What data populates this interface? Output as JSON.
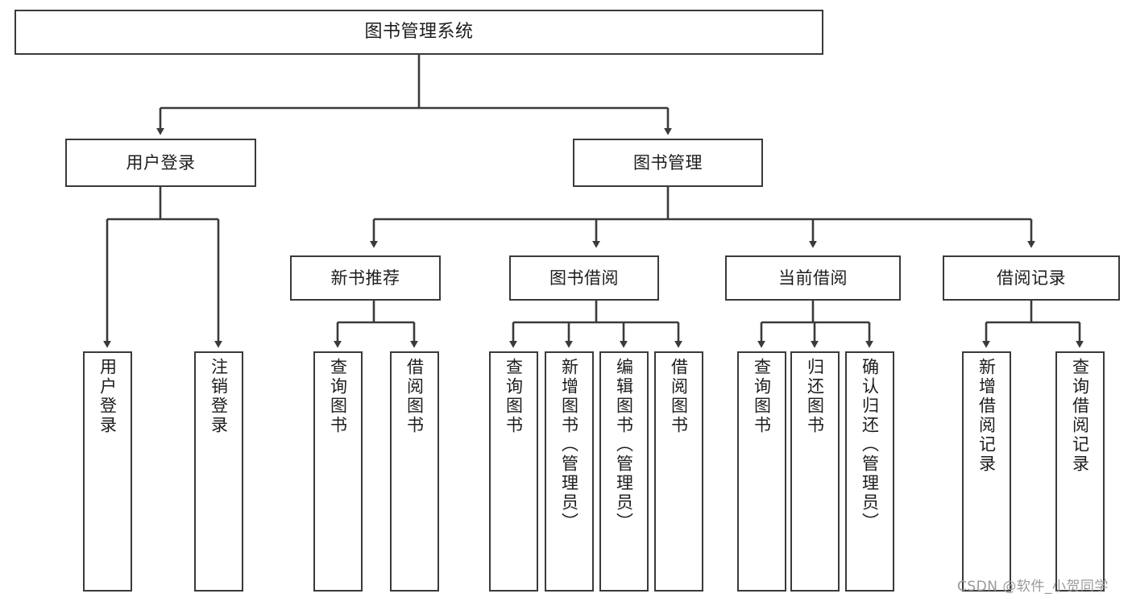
{
  "diagram": {
    "title": "图书管理系统",
    "type": "tree-hierarchy-diagram",
    "root": {
      "label": "图书管理系统"
    },
    "level1": [
      {
        "label": "用户登录"
      },
      {
        "label": "图书管理"
      }
    ],
    "level2": [
      {
        "label": "新书推荐"
      },
      {
        "label": "图书借阅"
      },
      {
        "label": "当前借阅"
      },
      {
        "label": "借阅记录"
      }
    ],
    "leaves": {
      "user_login": [
        {
          "label": "用户登录"
        },
        {
          "label": "注销登录"
        }
      ],
      "new_book_recommend": [
        {
          "label": "查询图书"
        },
        {
          "label": "借阅图书"
        }
      ],
      "book_borrow": [
        {
          "label": "查询图书"
        },
        {
          "label": "新增图书（管理员）"
        },
        {
          "label": "编辑图书（管理员）"
        },
        {
          "label": "借阅图书"
        }
      ],
      "current_borrow": [
        {
          "label": "查询图书"
        },
        {
          "label": "归还图书"
        },
        {
          "label": "确认归还（管理员）"
        }
      ],
      "borrow_record": [
        {
          "label": "新增借阅记录"
        },
        {
          "label": "查询借阅记录"
        }
      ]
    }
  },
  "watermark": {
    "text": "CSDN @软件_小贺同学"
  },
  "colors": {
    "stroke": "#3a3a3a",
    "background": "#ffffff",
    "text": "#1d1d1d",
    "watermark": "#9a9a9a"
  }
}
